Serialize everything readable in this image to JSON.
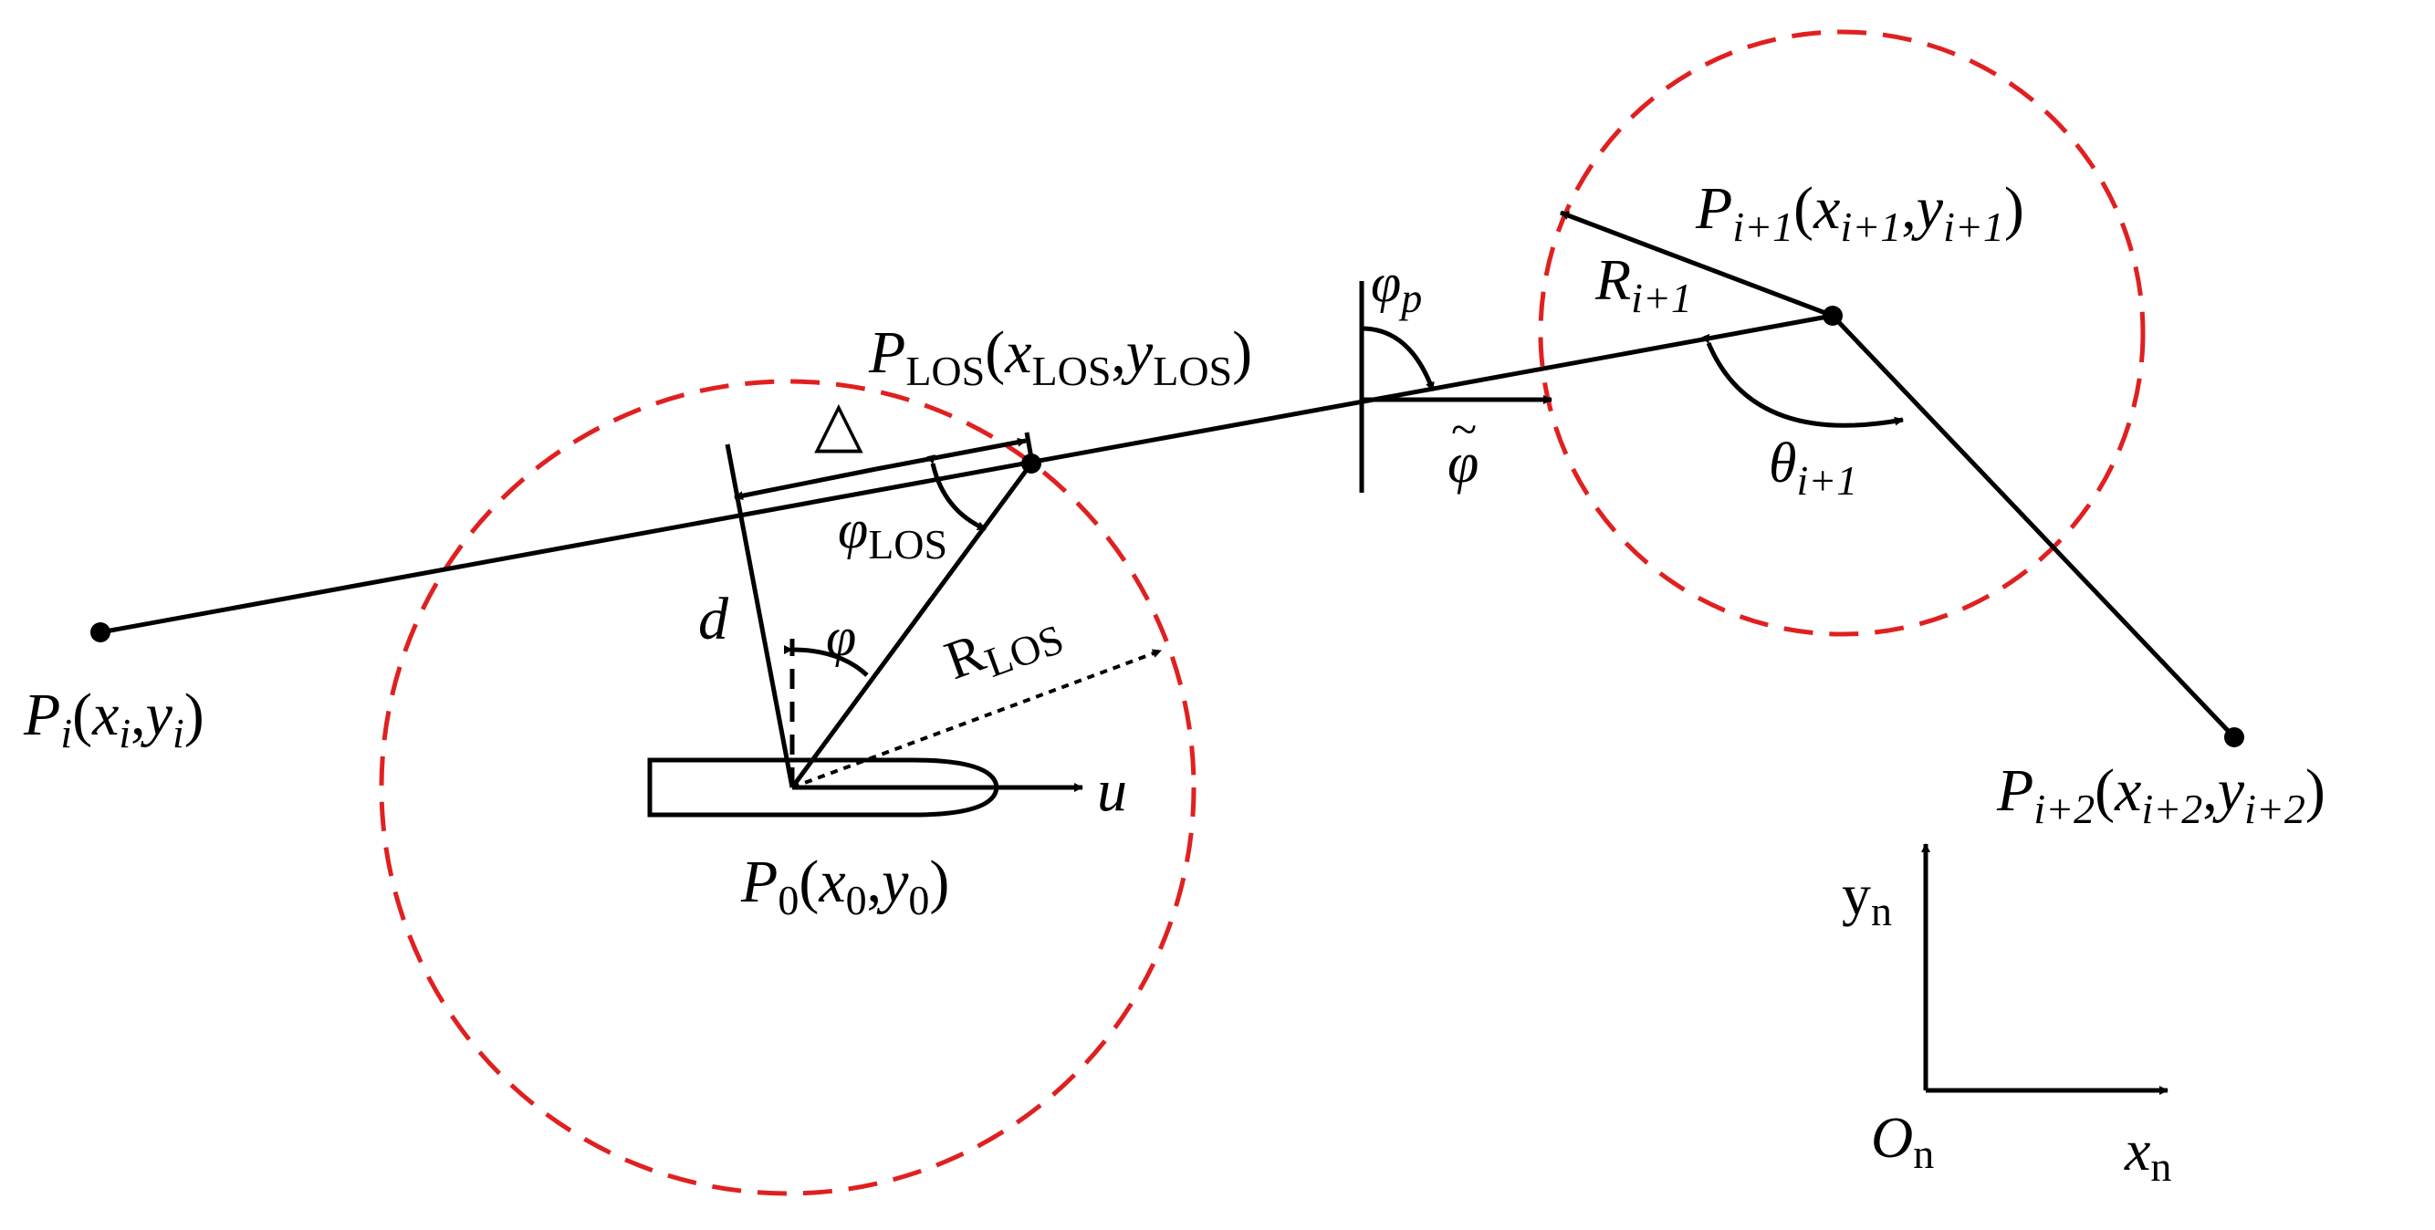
{
  "colors": {
    "line": "#000000",
    "circle": "#e02020",
    "background": "#ffffff"
  },
  "labels": {
    "pi": {
      "main": "P",
      "sub": "i",
      "paren_open": "(",
      "x": "x",
      "x_sub": "i",
      "comma": ",",
      "y": "y",
      "y_sub": "i",
      "paren_close": ")"
    },
    "plos": {
      "main": "P",
      "sub": "LOS",
      "paren_open": "(",
      "x": "x",
      "x_sub": "LOS",
      "comma": ",",
      "y": "y",
      "y_sub": "LOS",
      "paren_close": ")"
    },
    "pi1": {
      "main": "P",
      "sub": "i+1",
      "paren_open": "(",
      "x": "x",
      "x_sub": "i+1",
      "comma": ",",
      "y": "y",
      "y_sub": "i+1",
      "paren_close": ")"
    },
    "pi2": {
      "main": "P",
      "sub": "i+2",
      "paren_open": "(",
      "x": "x",
      "x_sub": "i+2",
      "comma": ",",
      "y": "y",
      "y_sub": "i+2",
      "paren_close": ")"
    },
    "p0": {
      "main": "P",
      "sub": "0",
      "paren_open": "(",
      "x": "x",
      "x_sub": "0",
      "comma": ",",
      "y": "y",
      "y_sub": "0",
      "paren_close": ")"
    },
    "delta": "△",
    "phi_los": {
      "main": "φ",
      "sub": "LOS"
    },
    "d": "d",
    "phi": "φ",
    "r_los": {
      "main": "R",
      "sub": "LOS"
    },
    "u": "u",
    "phi_p": {
      "main": "φ",
      "sub": "p"
    },
    "phi_tilde": "φ",
    "tilde": "~",
    "r_i1": {
      "main": "R",
      "sub": "i+1"
    },
    "theta_i1": {
      "main": "θ",
      "sub": "i+1"
    },
    "yn": {
      "main": "y",
      "sub": "n"
    },
    "xn": {
      "main": "x",
      "sub": "n"
    },
    "on": {
      "main": "O",
      "sub": "n"
    }
  }
}
